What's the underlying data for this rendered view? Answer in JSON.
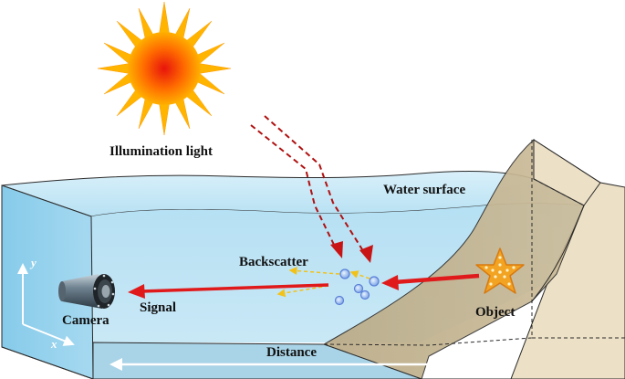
{
  "labels": {
    "illumination": "Illumination light",
    "water_surface": "Water surface",
    "backscatter": "Backscatter",
    "signal": "Signal",
    "camera": "Camera",
    "object": "Object",
    "distance": "Distance",
    "axis_y": "y",
    "axis_x": "x"
  },
  "icons": [
    "sun-icon",
    "camera-icon",
    "starfish-icon",
    "particle-icon"
  ],
  "colors": {
    "water": "#bfe3f3",
    "water_front": "#8fd0ec",
    "slope": "#c8b594",
    "signal_arrow": "#e0191b",
    "illumination_arrow": "#b01010",
    "backscatter_arrow": "#f2c21a",
    "starfish": "#f0a020"
  }
}
